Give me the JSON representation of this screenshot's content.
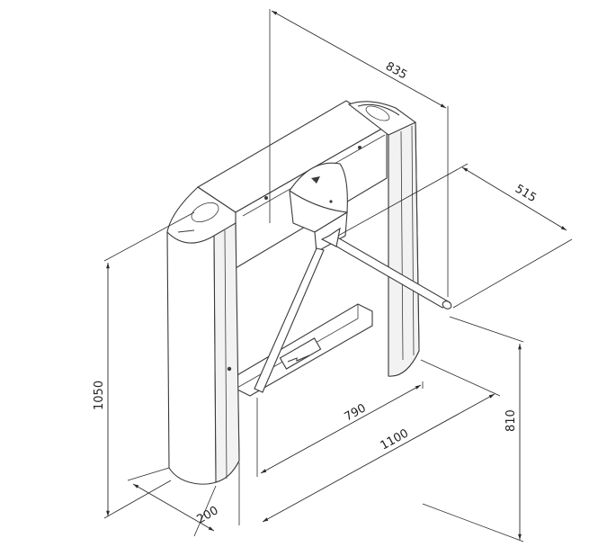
{
  "dimensions": {
    "d835": "835",
    "d515": "515",
    "d1050": "1050",
    "d810": "810",
    "d790": "790",
    "d1100": "1100",
    "d200": "200"
  }
}
